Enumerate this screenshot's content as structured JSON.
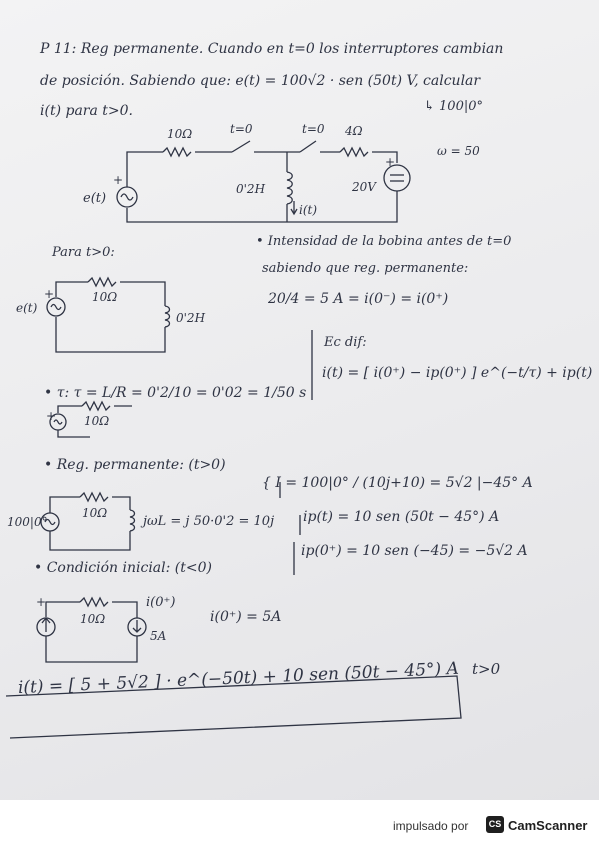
{
  "problem": {
    "line1": "P 11: Reg permanente. Cuando en t=0 los interruptores cambian",
    "line2": "de posición. Sabiendo que: e(t) = 100√2 · sen (50t) V, calcular",
    "line3": "i(t) para t>0.",
    "phasor_note": "↳ 100|0°"
  },
  "circuit1": {
    "r1": "10Ω",
    "switch1": "t=0",
    "switch2": "t=0",
    "r2": "4Ω",
    "source_label": "e(t)",
    "inductor": "0'2H",
    "current": "i(t)",
    "dc_source": "20V",
    "omega": "ω = 50",
    "plus": "+"
  },
  "step1": {
    "heading": "Para t>0:",
    "r": "10Ω",
    "inductor": "0'2H",
    "source_label": "e(t)"
  },
  "bobina": {
    "line1": "• Intensidad de la bobina antes de t=0",
    "line2": "sabiendo que reg. permanente:",
    "eq": "20/4 = 5 A = i(0⁻) = i(0⁺)"
  },
  "tau": {
    "eq": "• τ:  τ = L/R = 0'2/10 = 0'02 = 1/50 s",
    "r": "10Ω"
  },
  "ecdif": {
    "label": "Ec dif:",
    "eq": "i(t) = [ i(0⁺) − ip(0⁺) ] e^(−t/τ) + ip(t)"
  },
  "steady": {
    "heading": "• Reg. permanente: (t>0)",
    "source": "100|0°",
    "r": "10Ω",
    "impedance": "jωL = j 50·0'2 = 10j",
    "phasor_eq": "{ I = 100|0° / (10j+10) = 5√2 |−45° A",
    "ip_t": "ip(t) = 10 sen (50t − 45°) A",
    "ip_0": "ip(0⁺) = 10 sen (−45) = −5√2 A"
  },
  "initial": {
    "heading": "• Condición inicial: (t<0)",
    "r": "10Ω",
    "i0": "i(0⁺)",
    "src": "5A",
    "eq": "i(0⁺) = 5A"
  },
  "result": {
    "expr": "i(t) = [ 5 + 5√2 ] · e^(−50t) + 10 sen (50t − 45°)  A",
    "cond": "t>0"
  },
  "footer": {
    "powered_by": "impulsado por",
    "logo": "CS",
    "brand": "CamScanner"
  }
}
